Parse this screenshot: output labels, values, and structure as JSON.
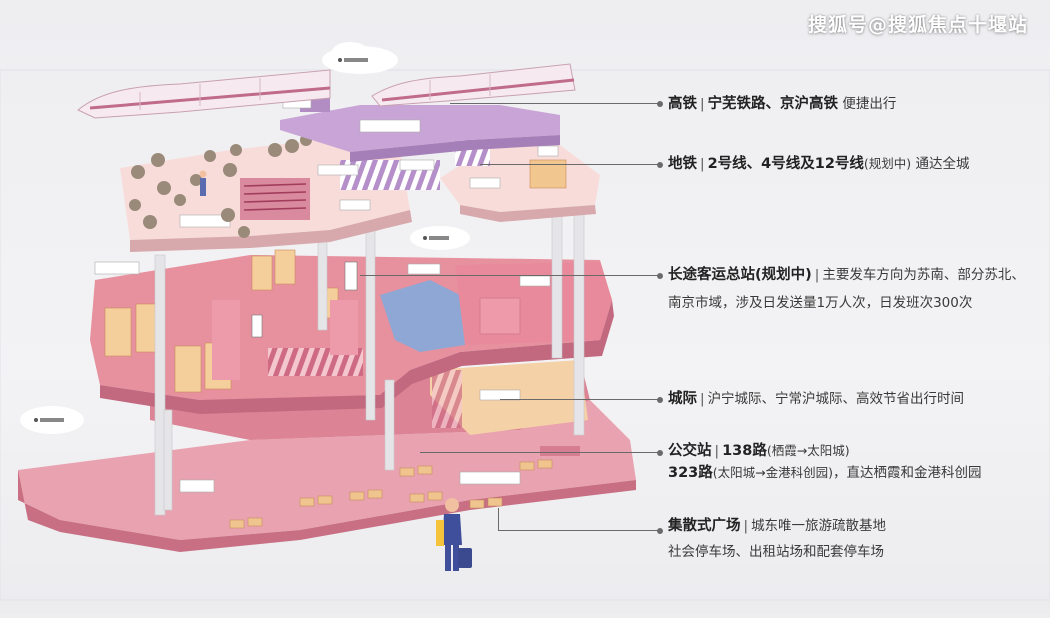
{
  "watermark": "搜狐号@搜狐焦点十堰站",
  "annotations": [
    {
      "head": "高铁",
      "sep": "|",
      "bold2": "宁芜铁路、京沪高铁",
      "text": "便捷出行"
    },
    {
      "head": "地铁",
      "sep": "|",
      "bold2": "2号线、4号线及12号线",
      "small": "(规划中)",
      "text": "通达全城"
    },
    {
      "head": "长途客运总站(规划中)",
      "sep": "|",
      "text": "主要发车方向为苏南、部分苏北、",
      "line2": "南京市域，涉及日发送量1万人次，日发班次300次"
    },
    {
      "head": "城际",
      "sep": "|",
      "text": "沪宁城际、宁常沪城际、高效节省出行时间"
    },
    {
      "head": "公交站",
      "sep": "|",
      "bold2": "138路",
      "small": "(栖霞→太阳城)",
      "line2_bold": "323路",
      "line2_small": "(太阳城→金港科创园)",
      "line2": "，直达栖霞和金港科创园"
    },
    {
      "head": "集散式广场",
      "sep": "|",
      "text": "城东唯一旅游疏散基地",
      "line2": "社会停车场、出租站场和配套停车场"
    }
  ],
  "colors": {
    "top_floor": "#f6d9d7",
    "mid_floor": "#e58c9c",
    "lower_floor": "#d97e92",
    "bottom_floor": "#e7a0ad",
    "purple": "#c9a6d6",
    "blue": "#8ea6d3",
    "sand": "#f0c898"
  }
}
